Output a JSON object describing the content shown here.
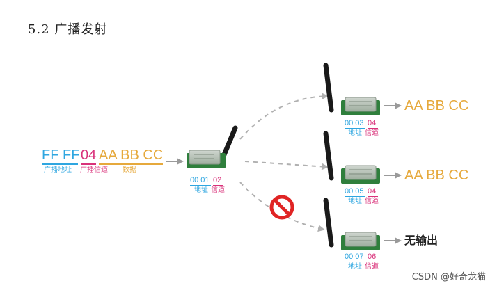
{
  "title": "5.2 广播发射",
  "colors": {
    "broadcast_address": "#2ea6e0",
    "broadcast_channel": "#d9317a",
    "data": "#e6a93c",
    "arrow": "#9a9a9a",
    "dashed_arrow": "#b0b0b0",
    "text_dark": "#222222",
    "module_green": "#2f7f3c",
    "antenna_black": "#1a1a1a",
    "blocked_red": "#e02424"
  },
  "icons": {
    "module": "lora-module-with-antenna-icon",
    "blocked": "prohibited-sign-icon",
    "arrow": "arrow-right-icon"
  },
  "packet": {
    "address_hex": "FF FF",
    "channel_hex": "04",
    "data_hex": "AA BB CC",
    "address_label": "广播地址",
    "channel_label": "广播信道",
    "data_label": "数据"
  },
  "sender": {
    "addr_hex": "00 01",
    "channel_hex": "02",
    "addr_label": "地址",
    "channel_label": "信道"
  },
  "receivers": [
    {
      "addr_hex": "00 03",
      "channel_hex": "04",
      "addr_label": "地址",
      "channel_label": "信道",
      "output": "AA BB CC",
      "blocked": false
    },
    {
      "addr_hex": "00 05",
      "channel_hex": "04",
      "addr_label": "地址",
      "channel_label": "信道",
      "output": "AA BB CC",
      "blocked": false
    },
    {
      "addr_hex": "00 07",
      "channel_hex": "06",
      "addr_label": "地址",
      "channel_label": "信道",
      "output": "无输出",
      "blocked": true
    }
  ],
  "watermark": "CSDN @好奇龙猫"
}
